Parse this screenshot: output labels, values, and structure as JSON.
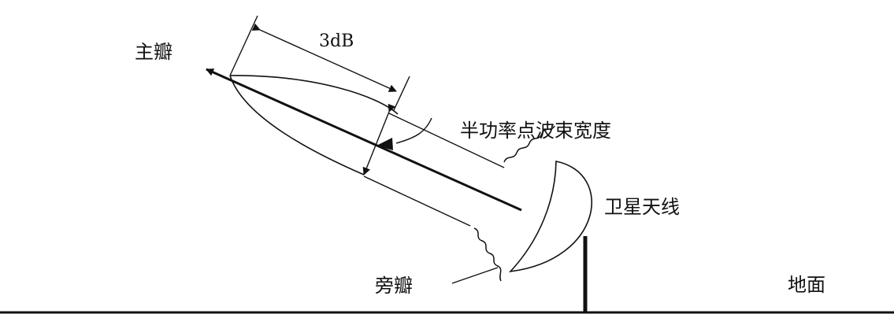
{
  "labels": {
    "main_lobe": "主瓣",
    "three_db": "3dB",
    "half_power_beamwidth": "半功率点波束宽度",
    "satellite_antenna": "卫星天线",
    "side_lobe": "旁瓣",
    "ground": "地面"
  },
  "colors": {
    "stroke": "#111111",
    "background": "#ffffff"
  }
}
